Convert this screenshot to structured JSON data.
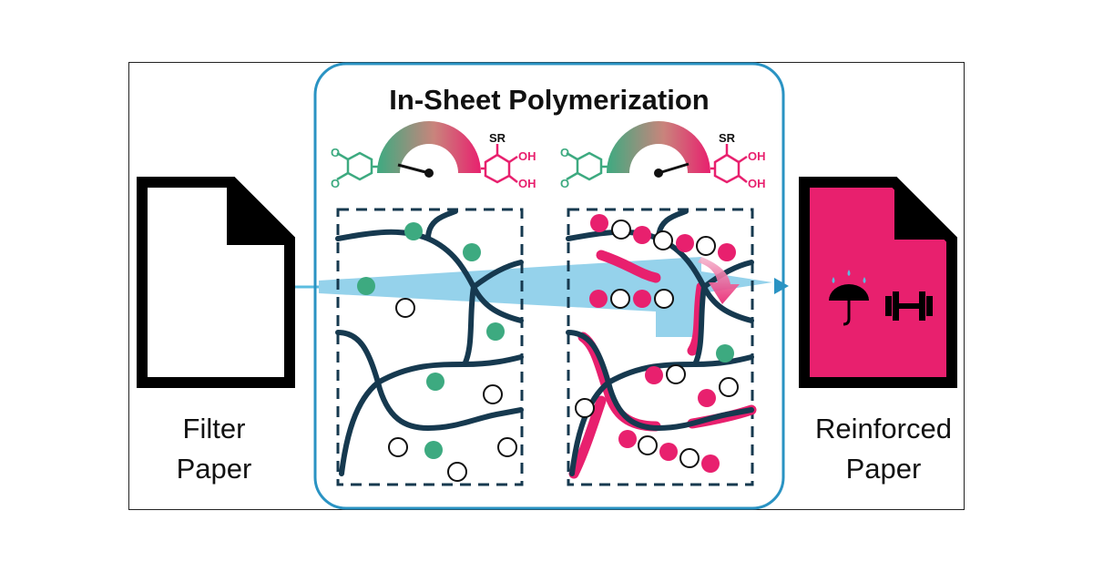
{
  "title": "In-Sheet Polymerization",
  "left_label": {
    "line1": "Filter",
    "line2": "Paper"
  },
  "right_label": {
    "line1": "Reinforced",
    "line2": "Paper"
  },
  "chem_labels": {
    "sr": "SR",
    "oh": "OH",
    "o": "O"
  },
  "colors": {
    "teal": "#3daa80",
    "pink": "#e8206e",
    "navy": "#16394f",
    "blue_arrow": "#5bbde0",
    "frame_blue": "#2a93c3",
    "black": "#000000"
  },
  "icons": [
    "document-icon",
    "umbrella-rain-icon",
    "dumbbell-icon",
    "gauge-icon"
  ]
}
